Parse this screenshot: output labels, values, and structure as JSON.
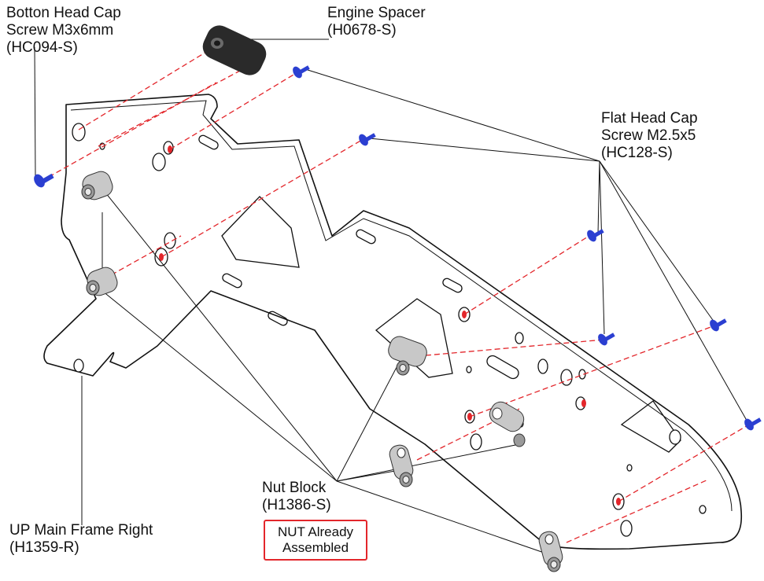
{
  "labels": {
    "button_head_screw": [
      "Botton Head Cap",
      "Screw M3x6mm",
      "(HC094-S)"
    ],
    "engine_spacer": [
      "Engine Spacer",
      "(H0678-S)"
    ],
    "flat_head_screw": [
      "Flat Head Cap",
      "Screw M2.5x5",
      "(HC128-S)"
    ],
    "nut_block": [
      "Nut Block",
      "(H1386-S)"
    ],
    "frame": [
      "UP Main Frame Right",
      "(H1359-R)"
    ]
  },
  "note": [
    "NUT Already",
    "Assembled"
  ],
  "colors": {
    "line": "#111111",
    "guide": "#e3262b",
    "hole_marker": "#e3262b",
    "screw": "#2b3fd1",
    "note_border": "#e3262b",
    "nut_metal": "#c8c8c8",
    "spacer": "#2a2a2a"
  }
}
